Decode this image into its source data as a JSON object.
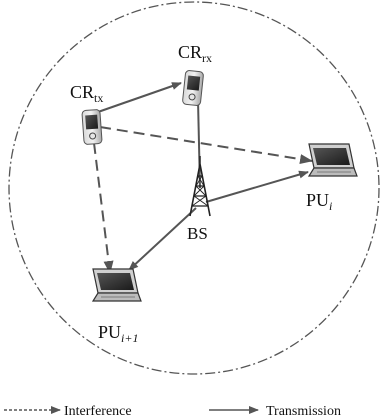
{
  "nodes": {
    "cr_tx": {
      "base": "CR",
      "sub": "tx"
    },
    "cr_rx": {
      "base": "CR",
      "sub": "rx"
    },
    "bs": {
      "label": "BS"
    },
    "pu_i": {
      "base": "PU",
      "sub": "i"
    },
    "pu_i1": {
      "base": "PU",
      "sub": "i+1"
    }
  },
  "legend": {
    "interference": "Interference",
    "transmission": "Transmission"
  },
  "colors": {
    "interference": "#555555",
    "transmission": "#555555",
    "boundary": "#555555"
  },
  "icons": [
    "mobile-phone-icon",
    "laptop-icon",
    "antenna-tower-icon"
  ]
}
